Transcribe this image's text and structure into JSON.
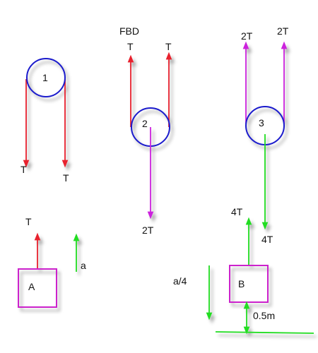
{
  "title": "FBD",
  "colors": {
    "tension": "#e8202f",
    "double_tension": "#cc22dd",
    "green": "#22dd22",
    "pulley": "#1a1acc",
    "block": "#cc22cc"
  },
  "pulleys": [
    {
      "label": "1"
    },
    {
      "label": "2"
    },
    {
      "label": "3"
    }
  ],
  "pulley1": {
    "left_force": "T",
    "right_force": "T"
  },
  "pulley2": {
    "left_force": "T",
    "right_force": "T",
    "down_force": "2T"
  },
  "pulley3": {
    "left_force": "2T",
    "right_force": "2T",
    "down_force": "4T"
  },
  "blockA": {
    "label": "A",
    "force": "T",
    "accel": "a"
  },
  "blockB": {
    "label": "B",
    "force": "4T",
    "accel": "a/4",
    "height": "0.5m"
  }
}
